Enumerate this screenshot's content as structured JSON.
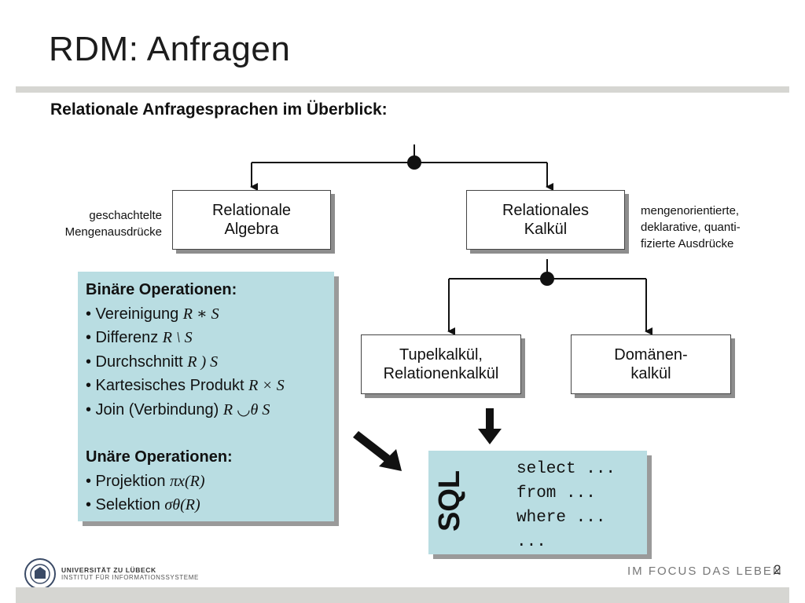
{
  "slide": {
    "title": "RDM: Anfragen",
    "subtitle": "Relationale Anfragesprachen im Überblick:",
    "page_number": "2"
  },
  "diagram": {
    "algebra_box": "Relationale\nAlgebra",
    "calculus_box": "Relationales\nKalkül",
    "tuple_box": "Tupelkalkül,\nRelationenkalkül",
    "domain_box": "Domänen-\nkalkül",
    "algebra_note": "geschachtelte\nMengenausdrücke",
    "calculus_note": "mengenorientierte,\ndeklarative, quanti-\nfizierte Ausdrücke"
  },
  "operations": {
    "binary_heading": "Binäre Operationen:",
    "binary_items": [
      {
        "label": "Vereinigung",
        "formula": "R ∗ S"
      },
      {
        "label": "Differenz",
        "formula": "R \\ S"
      },
      {
        "label": "Durchschnitt",
        "formula": "R ) S"
      },
      {
        "label": "Kartesisches Produkt",
        "formula": "R × S"
      },
      {
        "label": "Join (Verbindung)",
        "formula": "R ◡θ S"
      }
    ],
    "unary_heading": "Unäre Operationen:",
    "unary_items": [
      {
        "label": "Projektion",
        "formula": "πx(R)"
      },
      {
        "label": "Selektion",
        "formula": "σθ(R)"
      }
    ]
  },
  "sql": {
    "label": "SQL",
    "code": "select ...\nfrom ...\nwhere ...\n..."
  },
  "footer": {
    "university": "UNIVERSITÄT ZU LÜBECK",
    "institute": "INSTITUT FÜR INFORMATIONSSYSTEME",
    "motto": "IM FOCUS DAS LEBEN"
  }
}
